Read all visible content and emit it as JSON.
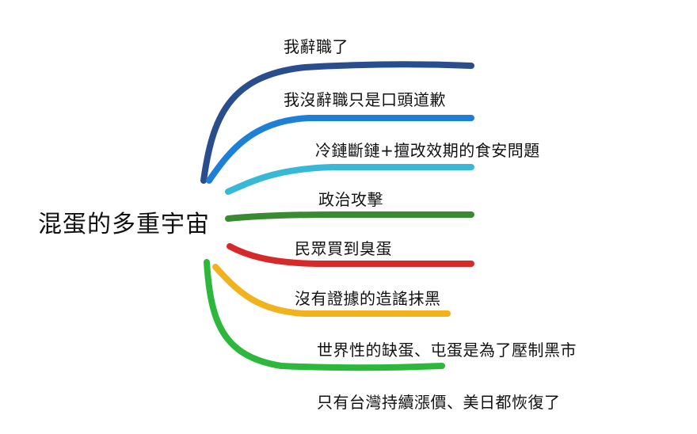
{
  "root": {
    "label": "混蛋的多重宇宙"
  },
  "branches": [
    {
      "label": "我辭職了",
      "color": "#2a4d8c"
    },
    {
      "label": "我沒辭職只是口頭道歉",
      "color": "#1e7fd6"
    },
    {
      "label": "冷鏈斷鏈+擅改效期的食安問題",
      "color": "#36b8d6"
    },
    {
      "label": "政治攻擊",
      "color": "#3a8a34"
    },
    {
      "label": "民眾買到臭蛋",
      "color": "#d62a2a"
    },
    {
      "label": "沒有證據的造謠抹黑",
      "color": "#f2b21e"
    },
    {
      "label": "世界性的缺蛋、屯蛋是為了壓制黑市",
      "color": "#2db83d"
    },
    {
      "label": "只有台灣持續漲價、美日都恢復了",
      "color": "#2db83d"
    }
  ]
}
